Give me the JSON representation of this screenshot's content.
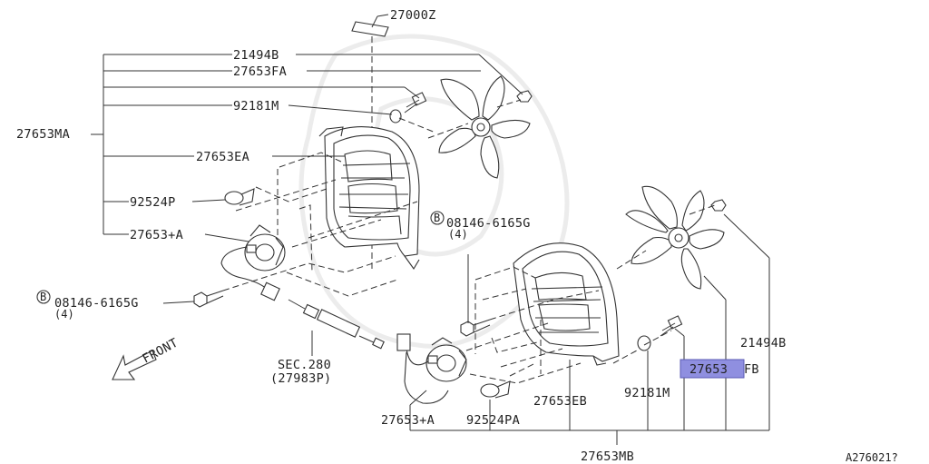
{
  "labels": {
    "l_27000Z": "27000Z",
    "l_21494B_top": "21494B",
    "l_27653FA": "27653FA",
    "l_92181M_top": "92181M",
    "l_27653MA": "27653MA",
    "l_27653EA": "27653EA",
    "l_92524P": "92524P",
    "l_27653A_top": "27653+A",
    "l_bolt_left": "08146-6165G",
    "l_bolt_left_qty": "(4)",
    "l_bolt_center": "08146-6165G",
    "l_bolt_center_qty": "(4)",
    "l_front": "FRONT",
    "l_sec": "SEC.280",
    "l_sec_part": "(27983P)",
    "l_27653A_bot": "27653+A",
    "l_92524PA": "92524PA",
    "l_27653EB": "27653EB",
    "l_92181M_bot": "92181M",
    "l_27653FB_hl": "27653",
    "l_27653FB_rest": "FB",
    "l_21494B_bot": "21494B",
    "l_27653MB": "27653MB",
    "l_ref": "A276021?"
  },
  "highlight_color": "#8f8fe0"
}
